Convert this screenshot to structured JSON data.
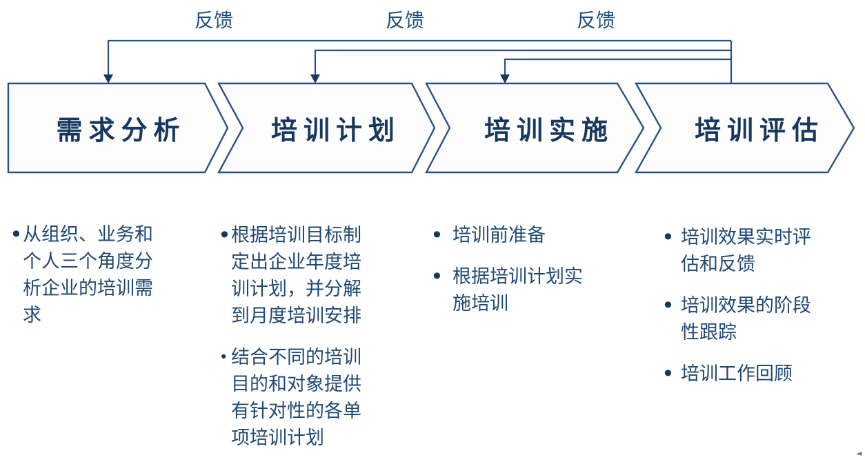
{
  "diagram": {
    "feedback_labels": [
      "反馈",
      "反馈",
      "反馈"
    ],
    "stages": [
      {
        "title": "需求分析",
        "bullets": [
          "从组织、业务和个人三个角度分析企业的培训需求"
        ]
      },
      {
        "title": "培训计划",
        "bullets": [
          "根据培训目标制定出企业年度培训计划，并分解到月度培训安排",
          "结合不同的培训目的和对象提供有针对性的各单项培训计划"
        ]
      },
      {
        "title": "培训实施",
        "bullets": [
          "培训前准备",
          "根据培训计划实施培训"
        ]
      },
      {
        "title": "培训评估",
        "bullets": [
          "培训效果实时评估和反馈",
          "培训效果的阶段性跟踪",
          "培训工作回顾"
        ]
      }
    ],
    "colors": {
      "outline": "#2a5183",
      "title_text": "#17375e",
      "body_text": "#1f4873",
      "arrowhead": "#17375e",
      "chevron_fill": "#fdfdfe"
    },
    "corner_mark": "◄"
  }
}
